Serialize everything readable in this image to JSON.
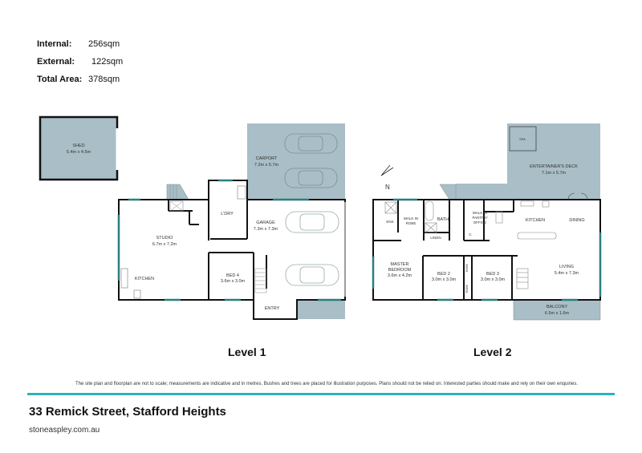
{
  "areas": {
    "internal": {
      "label": "Internal:",
      "value": "256sqm"
    },
    "external": {
      "label": "External:",
      "value": "122sqm"
    },
    "total": {
      "label": "Total Area:",
      "value": "378sqm"
    }
  },
  "colors": {
    "shaded_area": "#a9bec6",
    "wall": "#111111",
    "window": "#2a7f80",
    "accent_rule": "#2fb3b5"
  },
  "level1": {
    "label": "Level 1",
    "rooms": {
      "shed": {
        "name": "SHED",
        "dims": "5.4m x 4.5m"
      },
      "carport": {
        "name": "CARPORT",
        "dims": "7.2m x 5.7m"
      },
      "studio": {
        "name": "STUDIO",
        "dims": "6.7m x 7.2m"
      },
      "kitchen": {
        "name": "KITCHEN"
      },
      "laundry": {
        "name": "L'DRY"
      },
      "garage": {
        "name": "GARAGE",
        "dims": "7.3m x 7.3m"
      },
      "bed4": {
        "name": "BED 4",
        "dims": "3.6m x 3.0m"
      },
      "entry": {
        "name": "ENTRY"
      }
    }
  },
  "level2": {
    "label": "Level 2",
    "north": "N",
    "rooms": {
      "spa": {
        "name": "SPA"
      },
      "deck": {
        "name": "ENTERTAINER'S DECK",
        "dims": "7.1m x 5.7m"
      },
      "ens": {
        "name": "ENS"
      },
      "wir": {
        "name1": "WALK IN",
        "name2": "ROBE"
      },
      "bath": {
        "name": "BATH"
      },
      "linen": {
        "name": "LINEN"
      },
      "pantry": {
        "name1": "WALK IN",
        "name2": "PANTRY/",
        "name3": "OFFICE"
      },
      "c": {
        "name": "C"
      },
      "kitchen": {
        "name": "KITCHEN"
      },
      "dining": {
        "name": "DINING"
      },
      "master": {
        "name1": "MASTER",
        "name2": "BEDROOM",
        "dims": "3.6m x 4.2m"
      },
      "bed2": {
        "name": "BED 2",
        "dims": "3.0m x 3.0m"
      },
      "robe1": {
        "name": "ROBE"
      },
      "robe2": {
        "name": "ROBE"
      },
      "bed3": {
        "name": "BED 3",
        "dims": "3.0m x 3.0m"
      },
      "living": {
        "name": "LIVING",
        "dims": "5.4m x 7.3m"
      },
      "balcony": {
        "name": "BALCONY",
        "dims": "6.5m x 1.6m"
      }
    }
  },
  "footer": {
    "disclaimer": "The site plan and floorplan are not to scale; measurements are indicative and in metres. Bushes and trees are placed for illustration purposes. Plans should not be relied on. Interested parties should make and rely on their own enquiries.",
    "address": "33 Remick Street, Stafford Heights",
    "website": "stoneaspley.com.au"
  }
}
